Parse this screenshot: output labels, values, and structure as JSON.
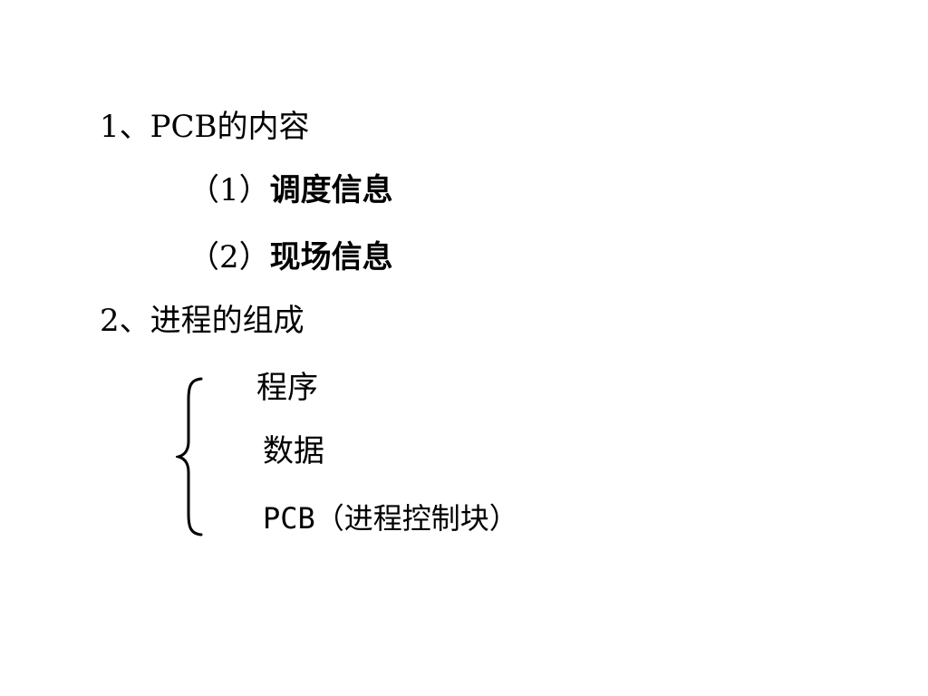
{
  "slide": {
    "heading1": {
      "number": "1、",
      "text": "PCB的内容"
    },
    "item1": {
      "number": "（1）",
      "text": "调度信息"
    },
    "item2": {
      "number": "（2）",
      "text": "现场信息"
    },
    "heading2": {
      "number": "2、",
      "text": "进程的组成"
    },
    "components": [
      {
        "text": "程序"
      },
      {
        "text": "数据"
      },
      {
        "text": "PCB（进程控制块）"
      }
    ],
    "brace_icon": "left-curly-brace-icon"
  }
}
